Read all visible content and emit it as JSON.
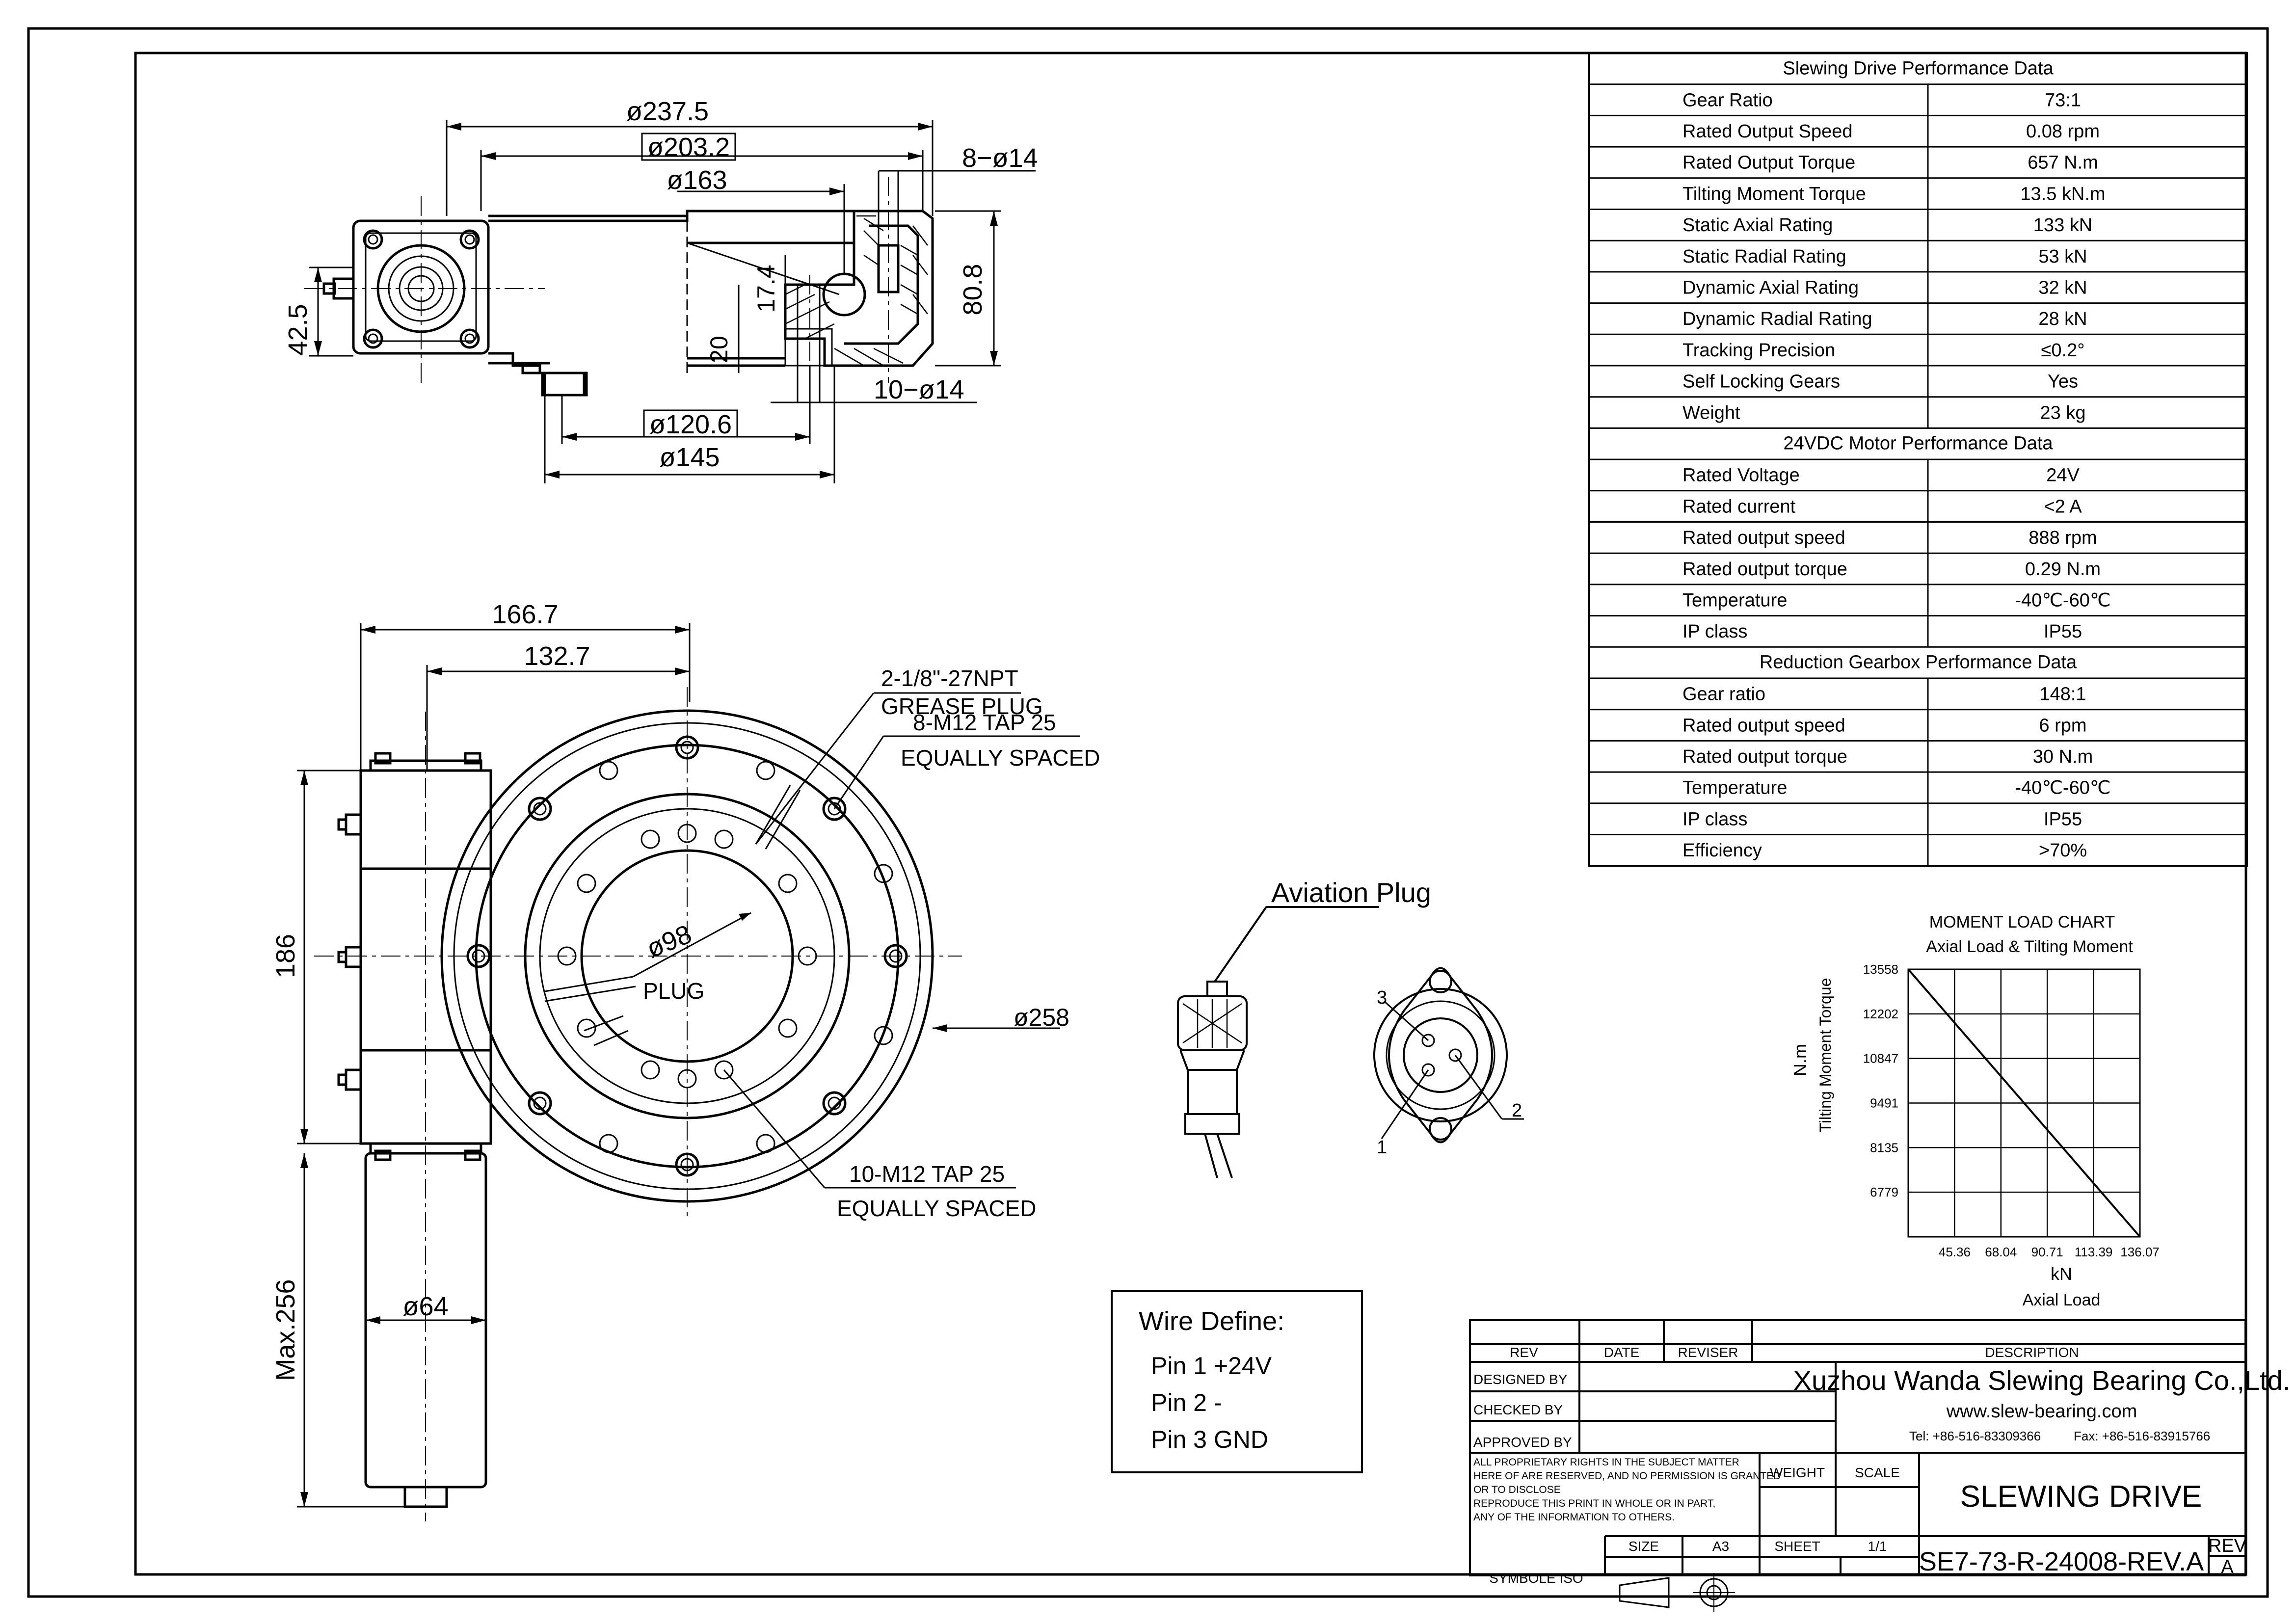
{
  "performance_table": {
    "sections": [
      {
        "title": "Slewing Drive Performance Data",
        "rows": [
          {
            "label": "Gear Ratio",
            "value": "73:1"
          },
          {
            "label": "Rated Output Speed",
            "value": "0.08 rpm"
          },
          {
            "label": "Rated Output Torque",
            "value": "657 N.m"
          },
          {
            "label": "Tilting Moment Torque",
            "value": "13.5 kN.m"
          },
          {
            "label": "Static Axial Rating",
            "value": "133 kN"
          },
          {
            "label": "Static Radial Rating",
            "value": "53 kN"
          },
          {
            "label": "Dynamic Axial  Rating",
            "value": "32 kN"
          },
          {
            "label": "Dynamic  Radial  Rating",
            "value": "28 kN"
          },
          {
            "label": "Tracking     Precision",
            "value": "≤0.2°"
          },
          {
            "label": "Self Locking Gears",
            "value": "Yes"
          },
          {
            "label": "Weight",
            "value": "23 kg"
          }
        ]
      },
      {
        "title": "24VDC  Motor Performance Data",
        "rows": [
          {
            "label": "Rated Voltage",
            "value": "24V"
          },
          {
            "label": "Rated current",
            "value": "<2 A"
          },
          {
            "label": "Rated output speed",
            "value": "888 rpm"
          },
          {
            "label": "Rated output torque",
            "value": "0.29 N.m"
          },
          {
            "label": "Temperature",
            "value": "-40℃-60℃"
          },
          {
            "label": "IP class",
            "value": "IP55"
          }
        ]
      },
      {
        "title": "Reduction Gearbox Performance Data",
        "rows": [
          {
            "label": "Gear ratio",
            "value": "148:1"
          },
          {
            "label": "Rated output speed",
            "value": "6 rpm"
          },
          {
            "label": "Rated output torque",
            "value": "30 N.m"
          },
          {
            "label": "Temperature",
            "value": "-40℃-60℃"
          },
          {
            "label": "IP class",
            "value": "IP55"
          },
          {
            "label": "Efficiency",
            "value": ">70%"
          }
        ]
      }
    ]
  },
  "chart_data": {
    "type": "line",
    "title": "MOMENT LOAD CHART",
    "subtitle": "Axial Load & Tilting Moment",
    "xlabel": "kN",
    "xlabel2": "Axial Load",
    "ylabel": "N.m",
    "ylabel2": "Tilting Moment Torque",
    "x_ticks": [
      "45.36",
      "68.04",
      "90.71",
      "113.39",
      "136.07"
    ],
    "y_ticks": [
      "13558",
      "12202",
      "10847",
      "9491",
      "8135",
      "6779"
    ],
    "xlim": [
      22.68,
      136.07
    ],
    "ylim": [
      5423,
      13558
    ],
    "grid": true,
    "series": [
      {
        "x": [
          22.68,
          136.07
        ],
        "y": [
          13558,
          5423
        ]
      }
    ]
  },
  "dimensions_side": {
    "d237": "ø237.5",
    "d203": "ø203.2",
    "d163": "ø163",
    "holes_top": "8−ø14",
    "h808": "80.8",
    "h425": "42.5",
    "h174": "17.4",
    "h20": "20",
    "holes_bottom": "10−ø14",
    "d1206": "ø120.6",
    "d145": "ø145"
  },
  "dimensions_front": {
    "w1667": "166.7",
    "w1327": "132.7",
    "h186": "186",
    "hmax": "Max.256",
    "d64": "ø64",
    "d98": "ø98",
    "d258": "ø258",
    "plug": "PLUG",
    "note1_line1": "2-1/8\"-27NPT",
    "note1_line2": "GREASE PLUG",
    "note2_line1": "8-M12 TAP 25",
    "note2_line2": "EQUALLY SPACED",
    "note3_line1": "10-M12 TAP 25",
    "note3_line2": "EQUALLY SPACED"
  },
  "aviation": {
    "title": "Aviation Plug",
    "pin1": "1",
    "pin2": "2",
    "pin3": "3"
  },
  "wire_define": {
    "title": "Wire Define:",
    "pins": [
      "Pin 1 +24V",
      "Pin 2  -",
      "Pin 3  GND"
    ]
  },
  "title_block": {
    "col_rev": "REV",
    "col_date": "DATE",
    "col_reviser": "REVISER",
    "col_description": "DESCRIPTION",
    "designed": "DESIGNED BY",
    "checked": "CHECKED BY",
    "approved": "APPROVED BY",
    "company": "Xuzhou Wanda Slewing Bearing Co.,Ltd.",
    "website": "www.slew-bearing.com",
    "tel": "Tel: +86-516-83309366",
    "fax": "Fax: +86-516-83915766",
    "rights": [
      "ALL PROPRIETARY RIGHTS IN THE SUBJECT MATTER",
      "HERE OF ARE RESERVED, AND NO PERMISSION IS GRANTED",
      "OR TO DISCLOSE",
      "REPRODUCE THIS PRINT IN WHOLE OR IN PART,",
      "ANY OF THE INFORMATION TO OTHERS."
    ],
    "weight": "WEIGHT",
    "scale": "SCALE",
    "drawing_title": "SLEWING DRIVE",
    "size_label": "SIZE",
    "size_value": "A3",
    "sheet_label": "SHEET",
    "sheet_value": "1/1",
    "symbole": "SYMBOLE ISO",
    "drawing_number": "SE7-73-R-24008-REV.A",
    "rev_label": "REV",
    "rev_value": "A"
  }
}
